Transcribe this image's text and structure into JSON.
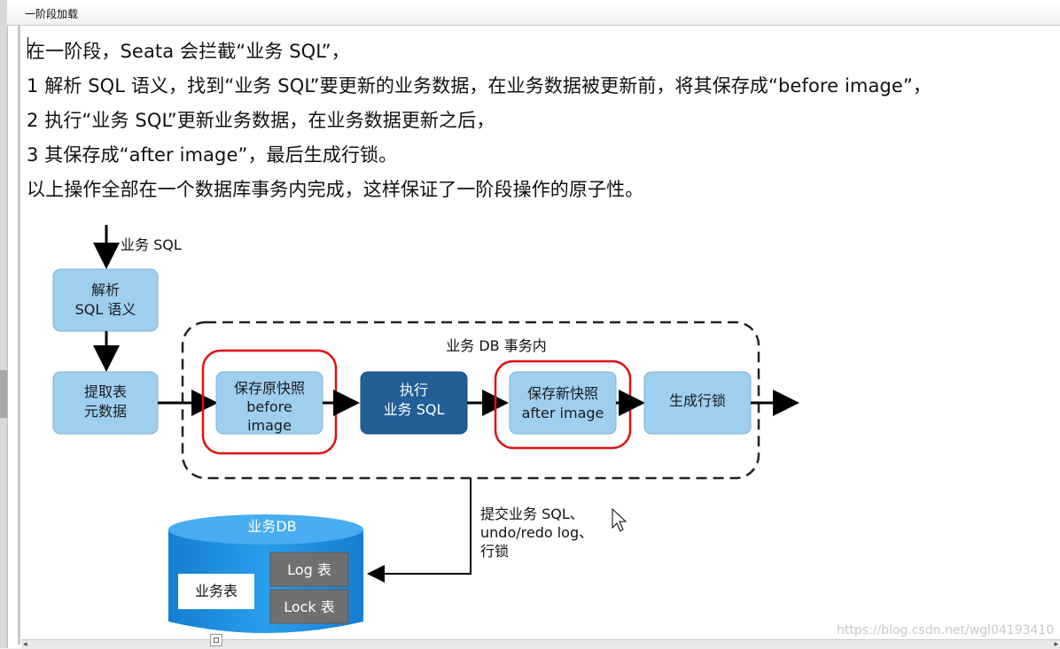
{
  "window": {
    "title": "一阶段加载"
  },
  "document": {
    "lines": [
      "在一阶段，Seata 会拦截“业务 SQL”，",
      "1  解析 SQL 语义，找到“业务 SQL”要更新的业务数据，在业务数据被更新前，将其保存成“before image”，",
      "2  执行“业务 SQL”更新业务数据，在业务数据更新之后，",
      "3  其保存成“after image”，最后生成行锁。",
      "以上操作全部在一个数据库事务内完成，这样保证了一阶段操作的原子性。"
    ]
  },
  "diagram": {
    "input_label": "业务 SQL",
    "parse_box": [
      "解析",
      "SQL 语义"
    ],
    "extract_box": [
      "提取表",
      "元数据"
    ],
    "tx_region_label": "业务 DB 事务内",
    "before_box": [
      "保存原快照",
      "before",
      "image"
    ],
    "exec_box": [
      "执行",
      "业务 SQL"
    ],
    "after_box": [
      "保存新快照",
      "after image"
    ],
    "lock_box": "生成行锁",
    "commit_note": [
      "提交业务 SQL、",
      "undo/redo log、",
      "行锁"
    ],
    "db_label": "业务DB",
    "biz_table": "业务表",
    "log_table": "Log 表",
    "lock_table": "Lock 表",
    "colors": {
      "light_box": "#9fcfef",
      "dark_box": "#215f96",
      "db_blue": "#1d8ee0",
      "highlight": "#e01010",
      "grey_table": "#707070"
    }
  },
  "watermark": "https://blog.csdn.net/wgl04193410"
}
